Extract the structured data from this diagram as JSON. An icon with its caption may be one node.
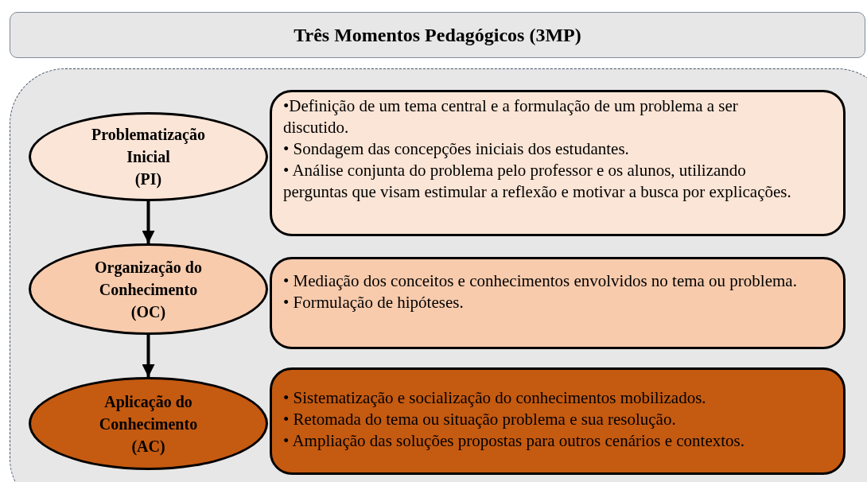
{
  "diagram": {
    "title": "Três Momentos Pedagógicos (3MP)",
    "nodes": [
      {
        "text": [],
        "shape": "box"
      },
      {
        "text": [
          "Problematização Inicial",
          "(PI)"
        ],
        "in": 0
      },
      {
        "text": [
          "•Definição de um tema central e a formulação de um problema a ser discutido.",
          "• Sondagem das concepções iniciais dos estudantes.",
          "• Análise conjunta do problema pelo professor e os alunos, utilizando perguntas que visam estimular a reflexão e motivar a busca por explicações."
        ],
        "in": 0
      },
      {
        "text": [
          "Organização do Conhecimento",
          "(OC)"
        ],
        "in": 0
      },
      {
        "text": [
          "• Mediação dos conceitos e conhecimentos envolvidos no tema ou problema.",
          "• Formulação de hipóteses."
        ],
        "in": 0
      },
      {
        "text": [
          "Aplicação do Conhecimento",
          "(AC)"
        ],
        "in": 0
      },
      {
        "text": [
          "• Sistematização e socialização do conhecimentos mobilizados.",
          "• Retomada do tema ou situação problema e sua resolução.",
          "• Ampliação das soluções propostas para outros cenários e contextos."
        ],
        "in": 0
      }
    ],
    "edges": [
      {
        "from": 1,
        "to": 3,
        "arrow": "to"
      },
      {
        "from": 3,
        "to": 5,
        "arrow": "to"
      }
    ]
  }
}
